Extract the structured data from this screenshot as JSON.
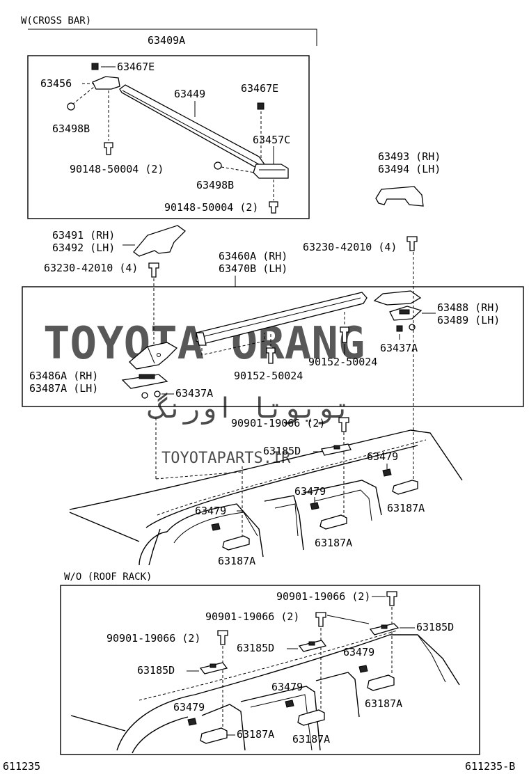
{
  "sections": {
    "with_cross_bar": "W(CROSS BAR)",
    "without_roof_rack": "W/O (ROOF RACK)"
  },
  "labels": {
    "a63409A": "63409A",
    "a63467E_1": "63467E",
    "a63456": "63456",
    "a63449": "63449",
    "a63467E_2": "63467E",
    "a63498B_1": "63498B",
    "a63457C": "63457C",
    "a90148_1": "90148-50004 (2)",
    "a63498B_2": "63498B",
    "a90148_2": "90148-50004 (2)",
    "a63493": "63493 (RH)",
    "a63494": "63494 (LH)",
    "a63491": "63491 (RH)",
    "a63492": "63492 (LH)",
    "a63230_1": "63230-42010 (4)",
    "a63230_2": "63230-42010 (4)",
    "a63460A": "63460A (RH)",
    "a63470B": "63470B (LH)",
    "a63488": "63488 (RH)",
    "a63489": "63489 (LH)",
    "a63437A_1": "63437A",
    "a90152_1": "90152-50024",
    "a90152_2": "90152-50024",
    "a63486A": "63486A (RH)",
    "a63487A": "63487A (LH)",
    "a63437A_2": "63437A",
    "a90901_1": "90901-19066 (2)",
    "a63185D_1": "63185D",
    "a63479_1": "63479",
    "a63479_2": "63479",
    "a63187A_1": "63187A",
    "a63479_3": "63479",
    "a63187A_2": "63187A",
    "a63187A_3": "63187A",
    "b90901_1": "90901-19066 (2)",
    "b90901_2": "90901-19066 (2)",
    "b63185D_1": "63185D",
    "b90901_3": "90901-19066 (2)",
    "b63185D_2": "63185D",
    "b63479_1": "63479",
    "b63185D_3": "63185D",
    "b63479_2": "63479",
    "b63479_3": "63479",
    "b63187A_1": "63187A",
    "b63187A_2": "63187A",
    "b63187A_3": "63187A"
  },
  "footer": {
    "left_code": "611235",
    "right_code": "611235-B"
  },
  "watermarks": {
    "brand": "TOYOTA ORANG",
    "arabic": "تويوتا اورنگ",
    "site": "TOYOTAPARTS.IR"
  }
}
